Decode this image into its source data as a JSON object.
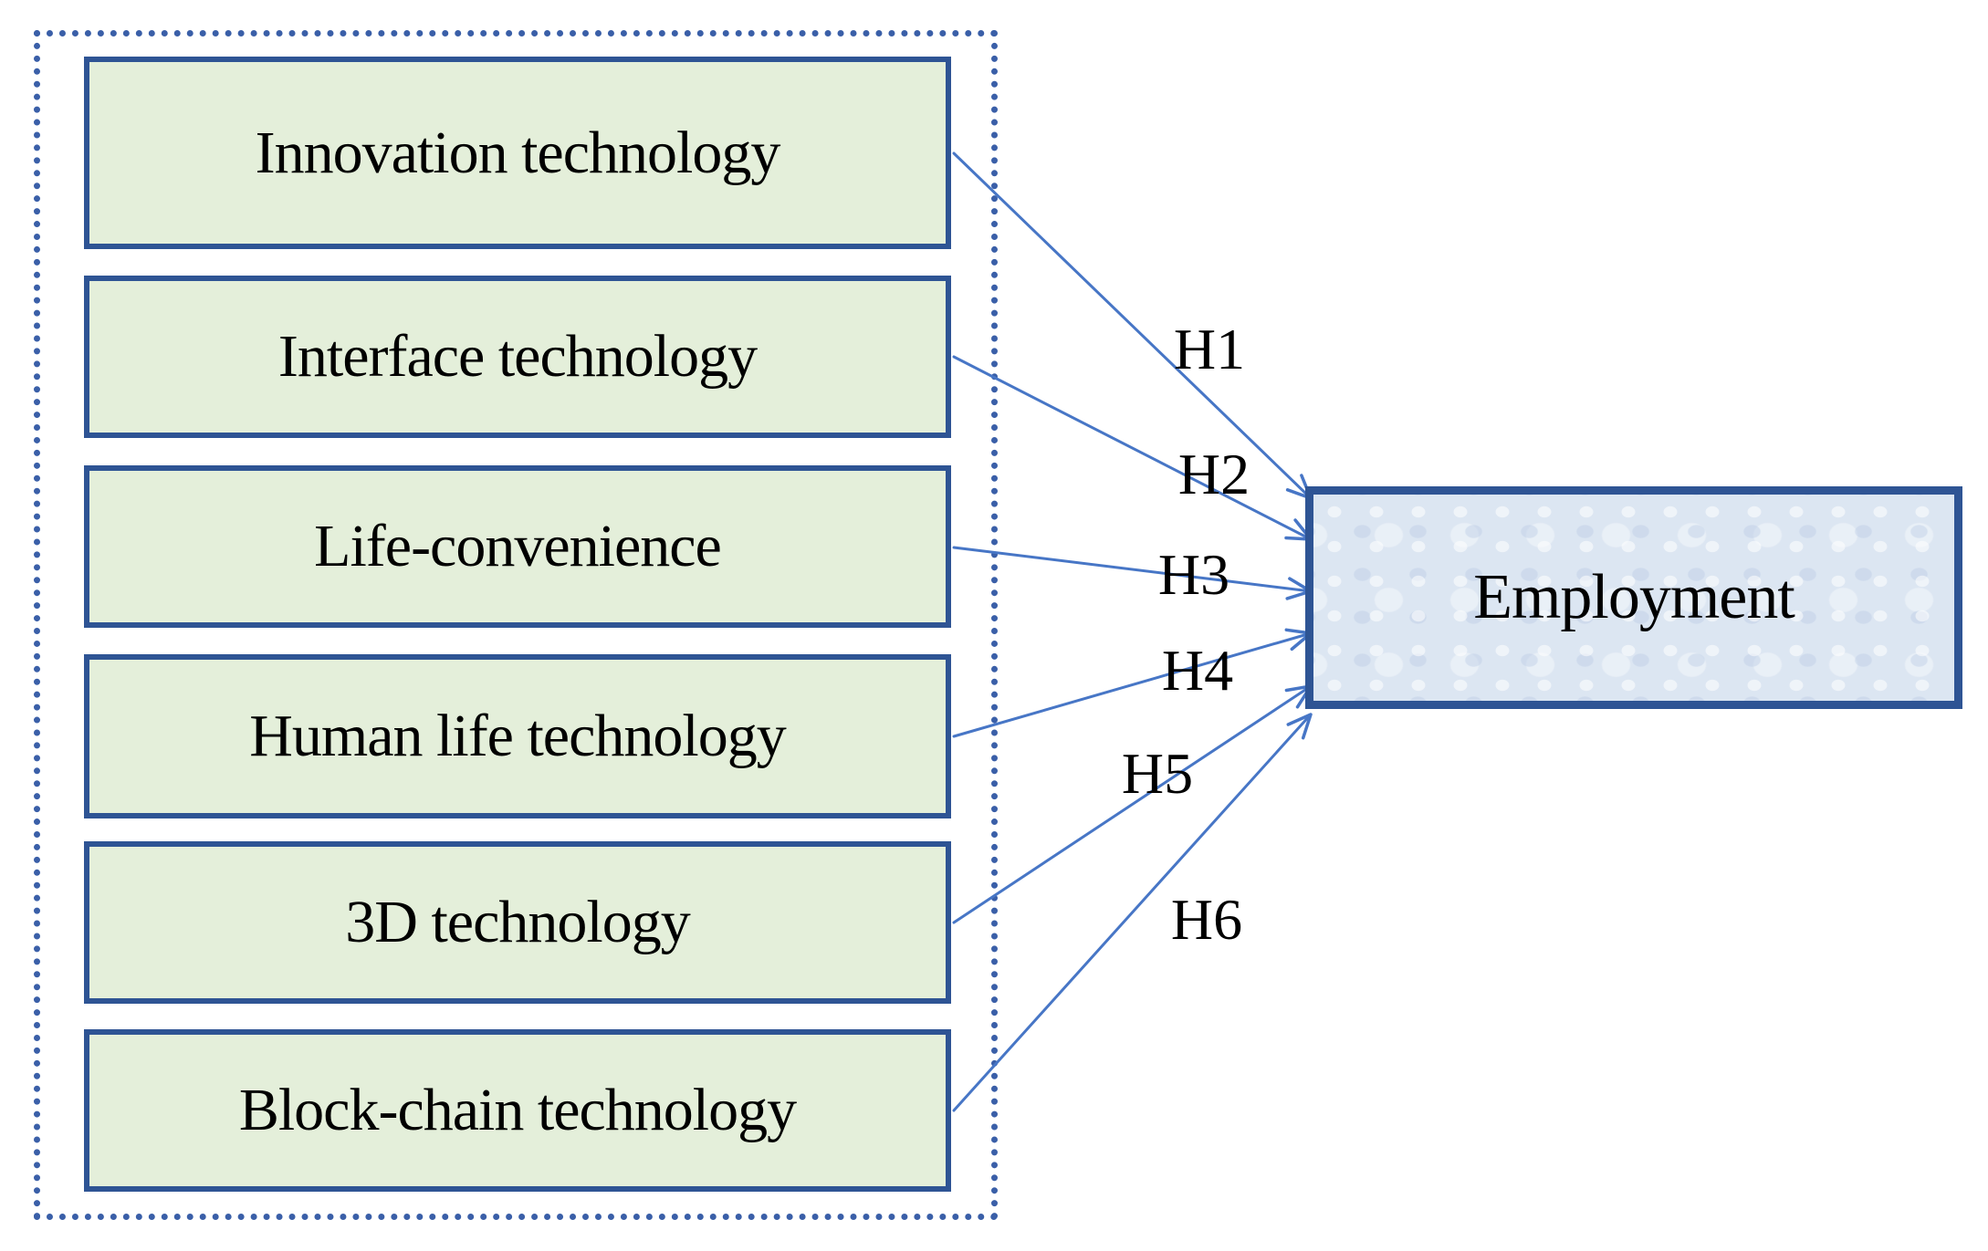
{
  "diagram": {
    "type": "hypothesis-model",
    "factors": [
      {
        "label": "Innovation technology",
        "hypothesis": "H1"
      },
      {
        "label": "Interface technology",
        "hypothesis": "H2"
      },
      {
        "label": "Life-convenience",
        "hypothesis": "H3"
      },
      {
        "label": "Human life technology",
        "hypothesis": "H4"
      },
      {
        "label": "3D technology",
        "hypothesis": "H5"
      },
      {
        "label": "Block-chain technology",
        "hypothesis": "H6"
      }
    ],
    "outcome": {
      "label": "Employment"
    },
    "relations": [
      {
        "from": "Innovation technology",
        "to": "Employment",
        "label": "H1"
      },
      {
        "from": "Interface technology",
        "to": "Employment",
        "label": "H2"
      },
      {
        "from": "Life-convenience",
        "to": "Employment",
        "label": "H3"
      },
      {
        "from": "Human life technology",
        "to": "Employment",
        "label": "H4"
      },
      {
        "from": "3D technology",
        "to": "Employment",
        "label": "H5"
      },
      {
        "from": "Block-chain technology",
        "to": "Employment",
        "label": "H6"
      }
    ],
    "colors": {
      "factor_fill": "#e4efda",
      "factor_border": "#2e5494",
      "outcome_fill": "#dce6f2",
      "outcome_border": "#2e5494",
      "group_border_dotted": "#3a5fa8",
      "arrow": "#4776c6",
      "text": "#000000",
      "background": "#ffffff"
    }
  }
}
